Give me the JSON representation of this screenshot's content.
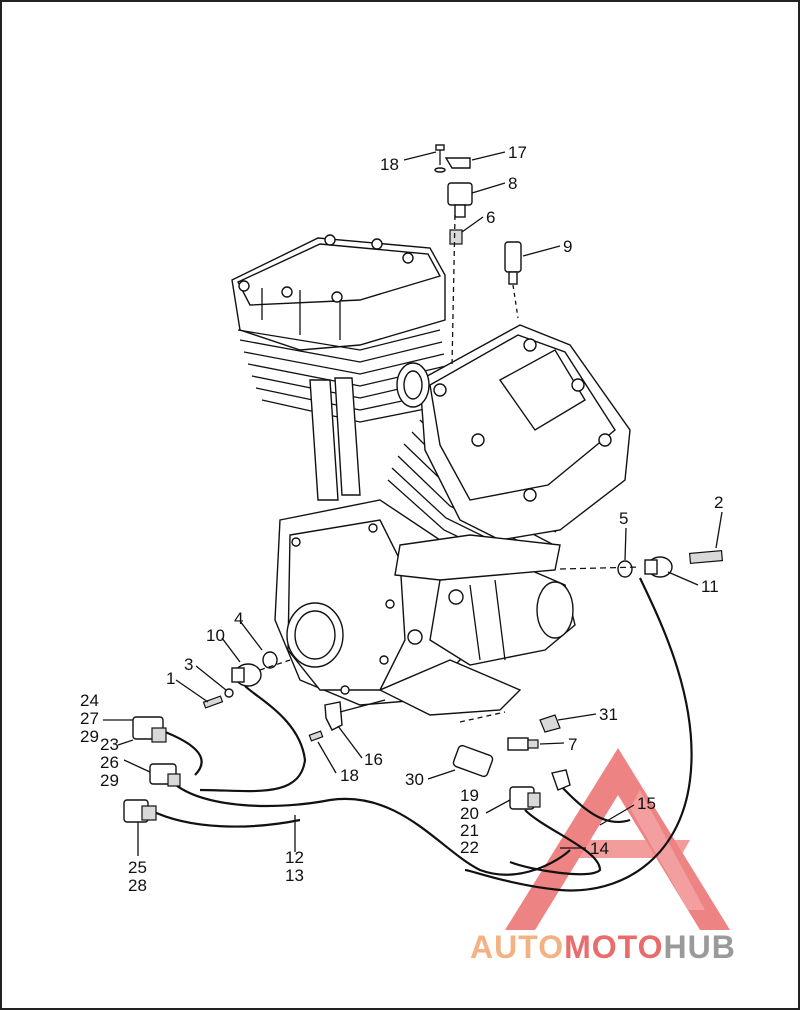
{
  "callouts": [
    "1",
    "2",
    "3",
    "4",
    "5",
    "6",
    "7",
    "8",
    "9",
    "10",
    "11",
    "12",
    "13",
    "14",
    "15",
    "16",
    "17",
    "18",
    "18",
    "19",
    "20",
    "21",
    "22",
    "23",
    "24",
    "25",
    "26",
    "27",
    "28",
    "29",
    "29",
    "30",
    "31"
  ],
  "watermark": {
    "part1": "AUTO",
    "part2": "MOTO",
    "part3": "HUB",
    "color1": "#f4b183",
    "color2": "#ea6b6b",
    "color3": "#9a9a9a",
    "triangle_color": "#e85a5a"
  }
}
